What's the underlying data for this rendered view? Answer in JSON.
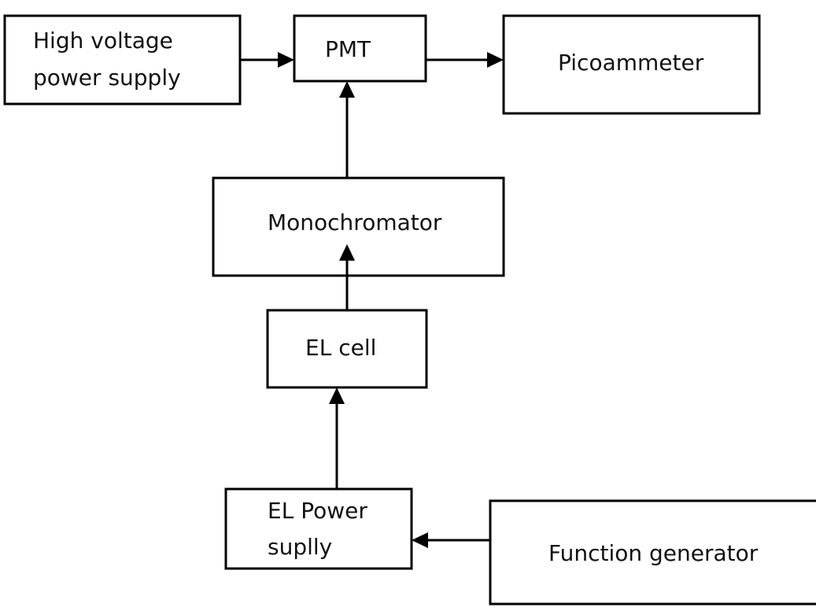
{
  "blocks": {
    "hv_supply": {
      "line1": "High voltage",
      "line2": "power supply"
    },
    "pmt": {
      "label": "PMT"
    },
    "picoammeter": {
      "label": "Picoammeter"
    },
    "monochromator": {
      "label": "Monochromator"
    },
    "el_cell": {
      "label": "EL cell"
    },
    "el_power": {
      "line1": "EL Power",
      "line2": "suplly"
    },
    "function_generator": {
      "label": "Function generator"
    }
  },
  "connections": [
    {
      "from": "High voltage power supply",
      "to": "PMT"
    },
    {
      "from": "PMT",
      "to": "Picoammeter"
    },
    {
      "from": "Monochromator",
      "to": "PMT"
    },
    {
      "from": "EL cell",
      "to": "Monochromator"
    },
    {
      "from": "EL Power suplly",
      "to": "EL cell"
    },
    {
      "from": "Function generator",
      "to": "EL Power suplly"
    }
  ],
  "colors": {
    "stroke": "#000000",
    "text": "#111111",
    "background": "#ffffff"
  }
}
